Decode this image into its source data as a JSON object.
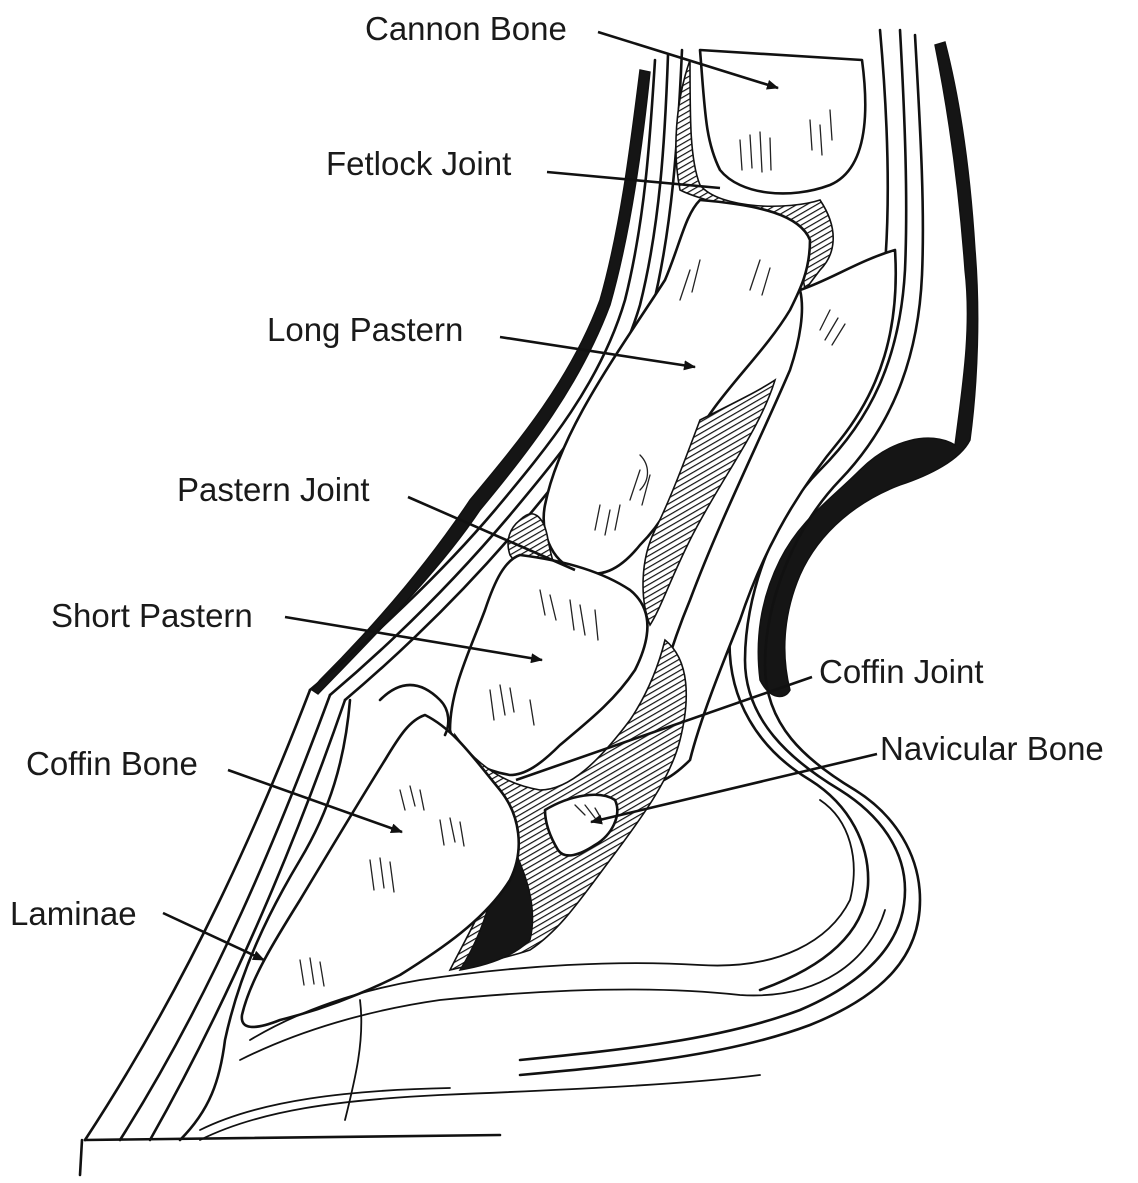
{
  "diagram": {
    "labels": {
      "cannon_bone": "Cannon Bone",
      "fetlock_joint": "Fetlock Joint",
      "long_pastern": "Long Pastern",
      "pastern_joint": "Pastern Joint",
      "short_pastern": "Short Pastern",
      "coffin_joint": "Coffin Joint",
      "coffin_bone": "Coffin Bone",
      "navicular_bone": "Navicular Bone",
      "laminae": "Laminae"
    },
    "colors": {
      "ink": "#111111",
      "background": "#ffffff"
    }
  }
}
